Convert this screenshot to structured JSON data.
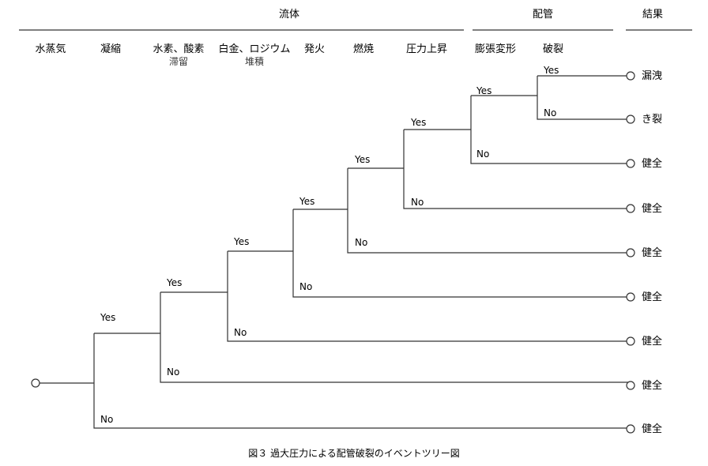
{
  "header": {
    "fluid": "流体",
    "piping": "配管",
    "result": "結果"
  },
  "columns": [
    {
      "label": "水蒸気"
    },
    {
      "label": "凝縮"
    },
    {
      "label": "水素、酸素",
      "sub": "滞留"
    },
    {
      "label": "白金、ロジウム",
      "sub": "堆積"
    },
    {
      "label": "発火"
    },
    {
      "label": "燃焼"
    },
    {
      "label": "圧力上昇"
    },
    {
      "label": "膨張変形"
    },
    {
      "label": "破裂"
    }
  ],
  "branch_labels": {
    "yes": "Yes",
    "no": "No"
  },
  "outcomes": [
    "漏洩",
    "き裂",
    "健全",
    "健全",
    "健全",
    "健全",
    "健全",
    "健全",
    "健全"
  ],
  "caption": "図３ 過大圧力による配管破裂のイベントツリー図"
}
